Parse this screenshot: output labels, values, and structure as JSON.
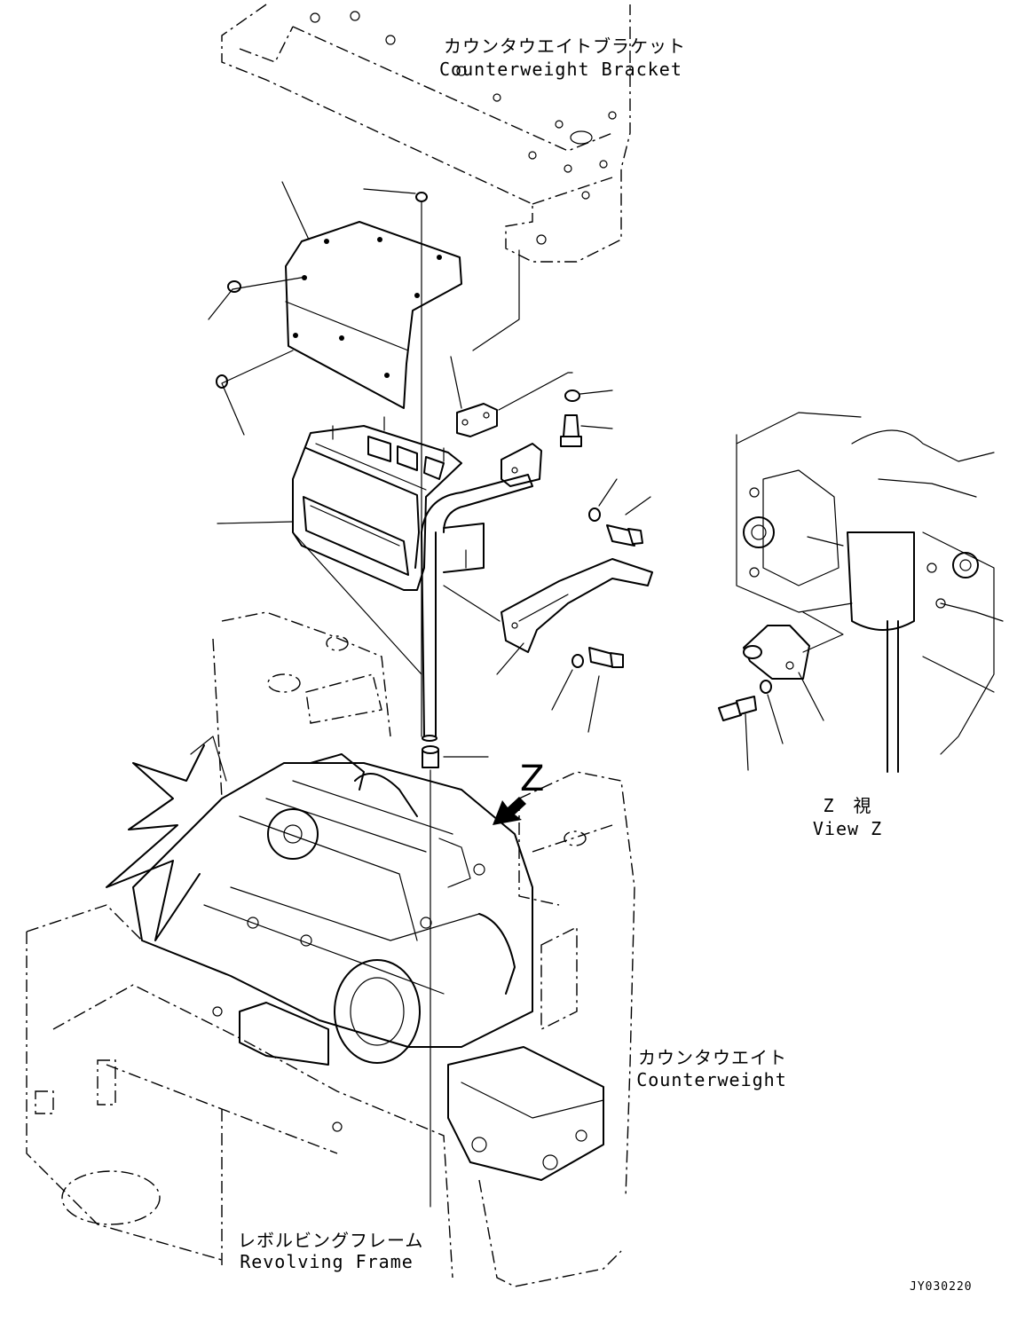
{
  "labels": {
    "counterweight_bracket": {
      "ja": "カウンタウエイトブラケット",
      "en": "Counterweight Bracket"
    },
    "counterweight": {
      "ja": "カウンタウエイト",
      "en": "Counterweight"
    },
    "revolving_frame": {
      "ja": "レボルビングフレーム",
      "en": "Revolving Frame"
    },
    "view_z": {
      "ja": "Z　視",
      "en": "View Z"
    },
    "z_arrow": "Z",
    "drawing_code": "JY030220"
  },
  "colors": {
    "line": "#000000",
    "background": "#ffffff"
  }
}
